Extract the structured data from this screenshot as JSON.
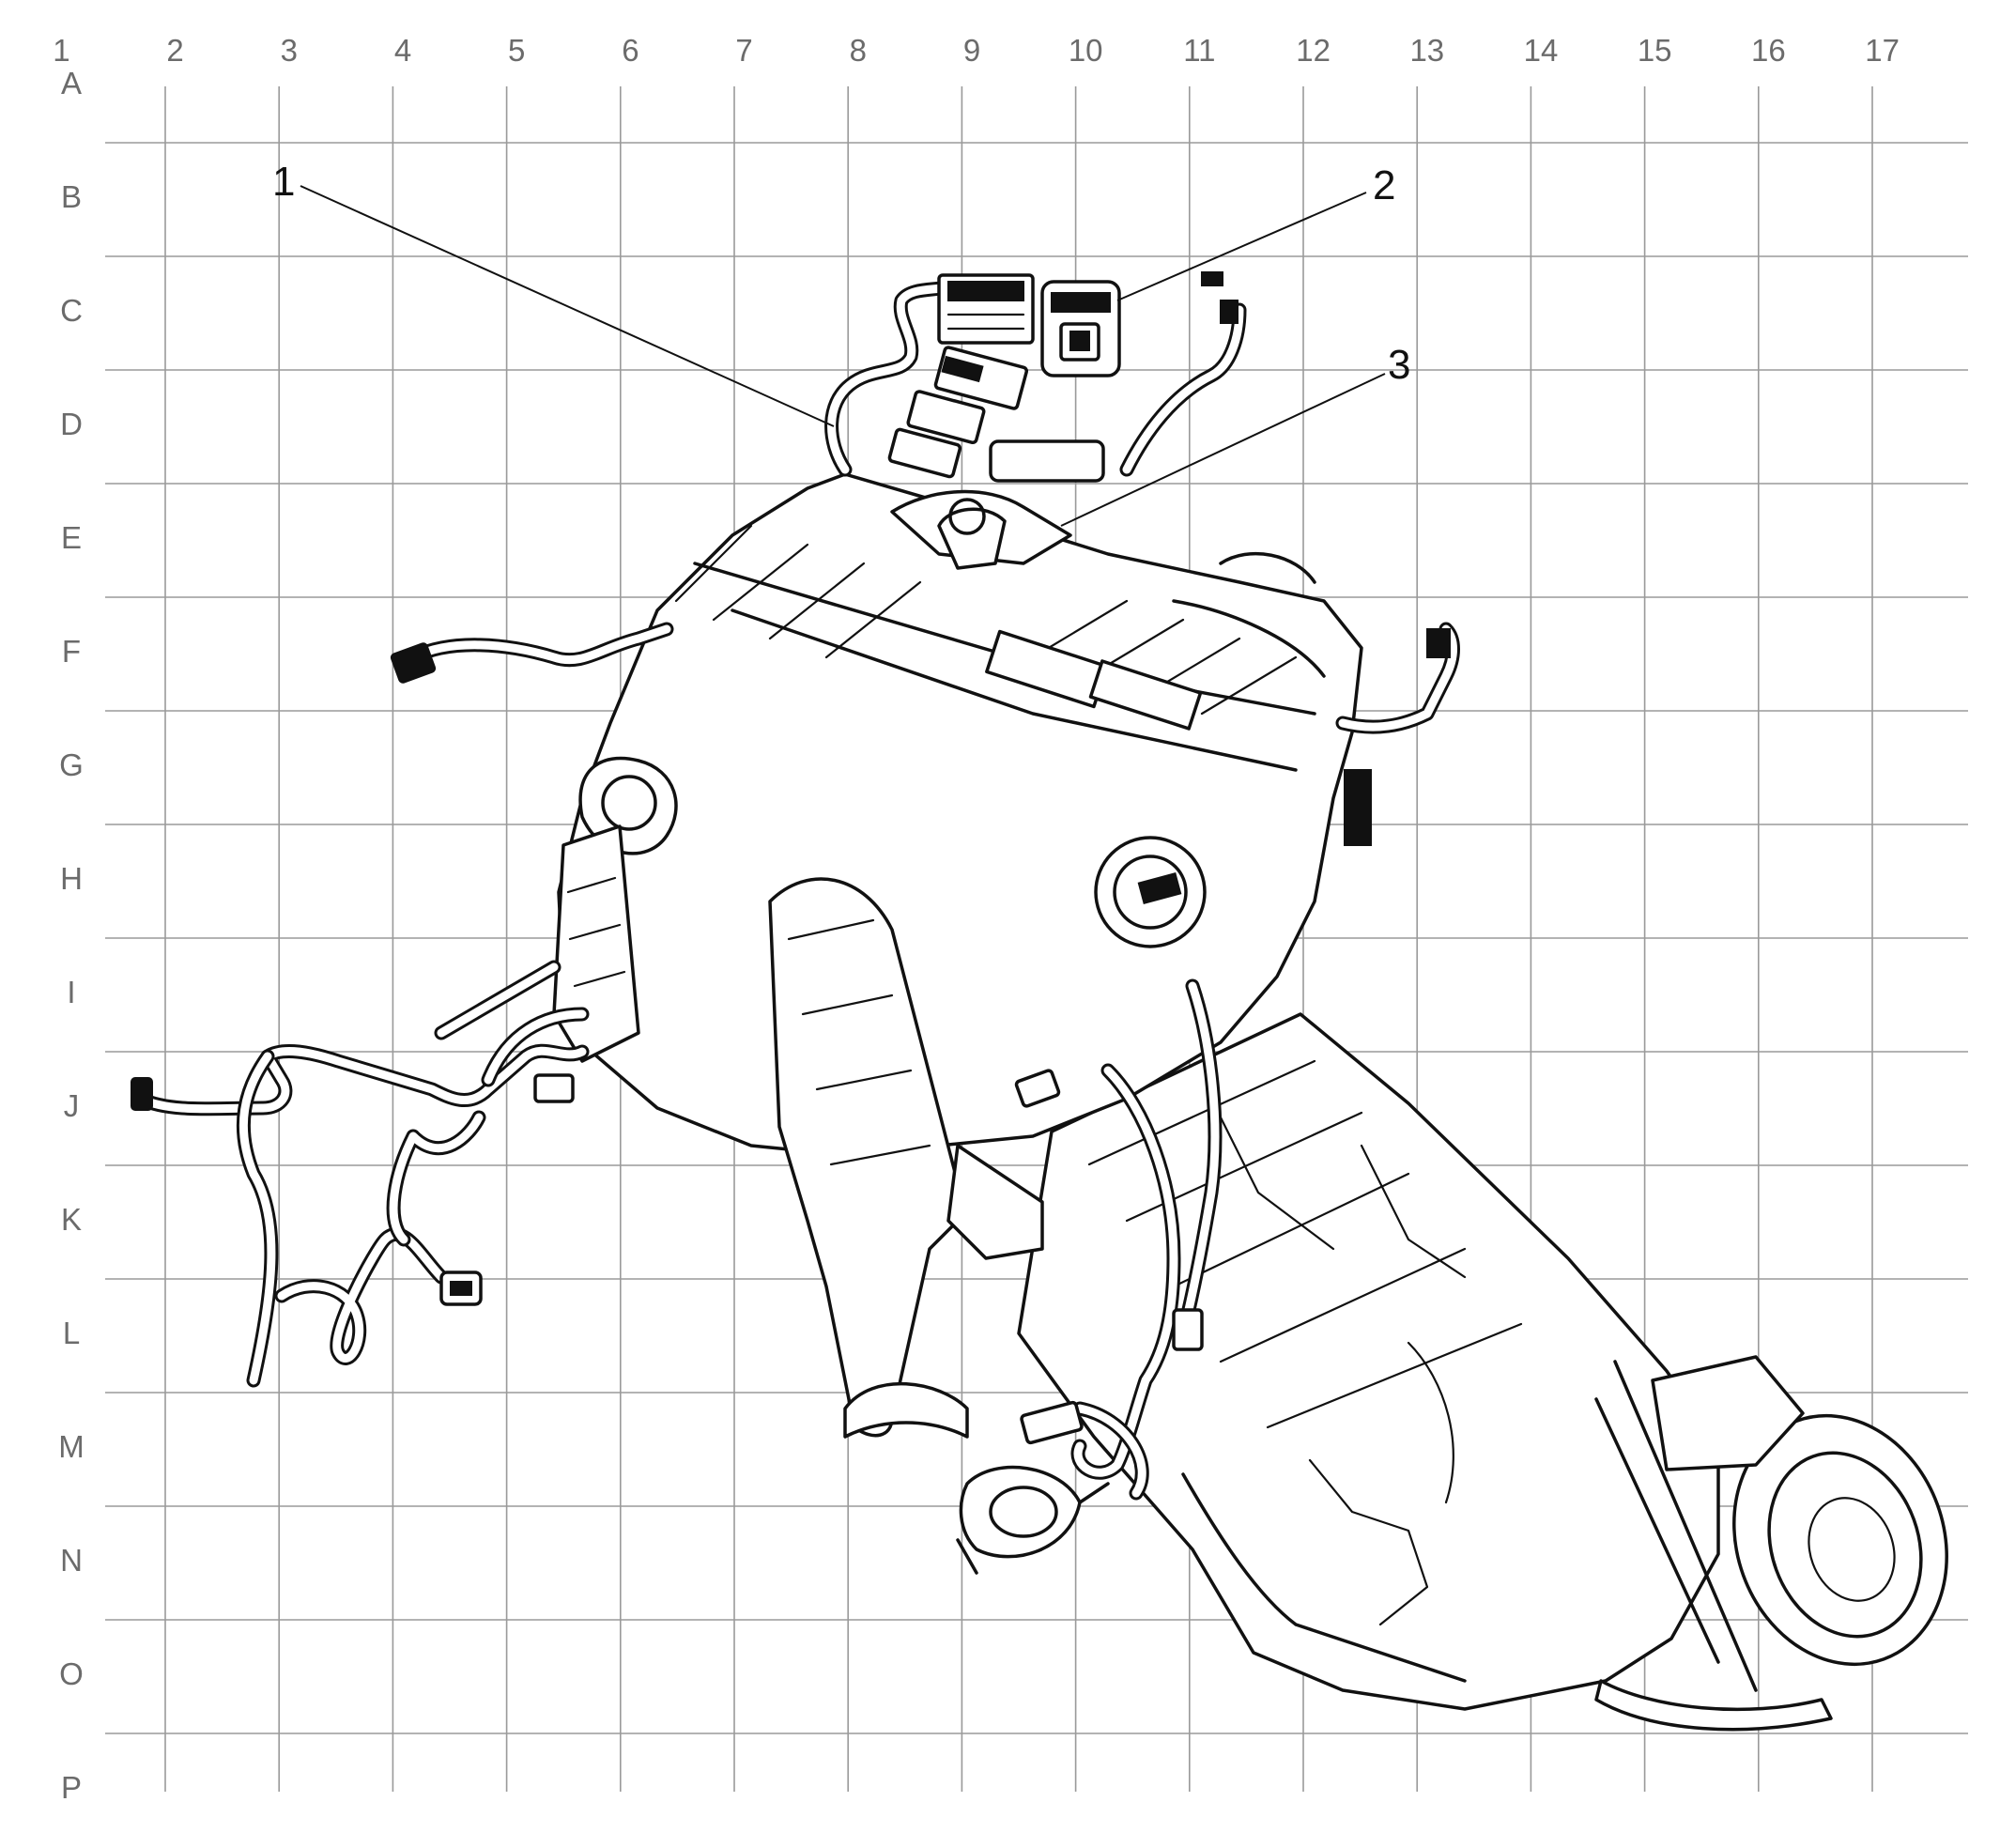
{
  "grid": {
    "columns": [
      "1",
      "2",
      "3",
      "4",
      "5",
      "6",
      "7",
      "8",
      "9",
      "10",
      "11",
      "12",
      "13",
      "14",
      "15",
      "16",
      "17"
    ],
    "rows": [
      "A",
      "B",
      "C",
      "D",
      "E",
      "F",
      "G",
      "H",
      "I",
      "J",
      "K",
      "L",
      "M",
      "N",
      "O",
      "P"
    ],
    "line_color": "#9a9a9a",
    "label_color": "#6b6b6b"
  },
  "callouts": [
    {
      "number": "1"
    },
    {
      "number": "2"
    },
    {
      "number": "3"
    }
  ],
  "drawing": {
    "ink_color": "#111111",
    "components": [
      "engine-block-icon",
      "transmission-icon",
      "wiring-harness-icon",
      "connector-icon",
      "exhaust-pipe-icon"
    ]
  }
}
